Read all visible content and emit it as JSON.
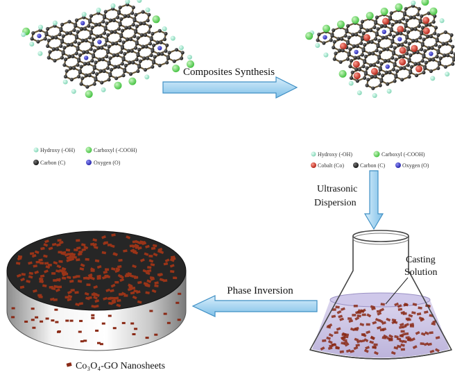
{
  "labels": {
    "composites_synthesis": "Composites Synthesis",
    "ultrasonic_dispersion_line1": "Ultrasonic",
    "ultrasonic_dispersion_line2": "Dispersion",
    "casting_solution_line1": "Casting",
    "casting_solution_line2": "Solution",
    "phase_inversion": "Phase Inversion",
    "nanosheets": "Co₃O₄-GO Nanosheets"
  },
  "legend_left": {
    "hydroxy": "Hydroxy (-OH)",
    "carboxyl": "Carboxyl (-COOH)",
    "carbon": "Carbon (C)",
    "oxygen": "Oxygen (O)"
  },
  "legend_right": {
    "hydroxy": "Hydroxy (-OH)",
    "carboxyl": "Carboxyl (-COOH)",
    "cobalt": "Cobalt (Co)",
    "carbon": "Carbon (C)",
    "oxygen": "Oxygen (O)"
  },
  "colors": {
    "hydroxy": "#9fe3c8",
    "carboxyl": "#6fd96a",
    "carbon": "#1a1a1a",
    "oxygen": "#2f2fd0",
    "cobalt": "#d23a2a",
    "arrow_fill": "#a9d6f0",
    "arrow_stroke": "#3f8fc4",
    "nanosheet": "#8a2a16",
    "disc_top": "#262626"
  }
}
